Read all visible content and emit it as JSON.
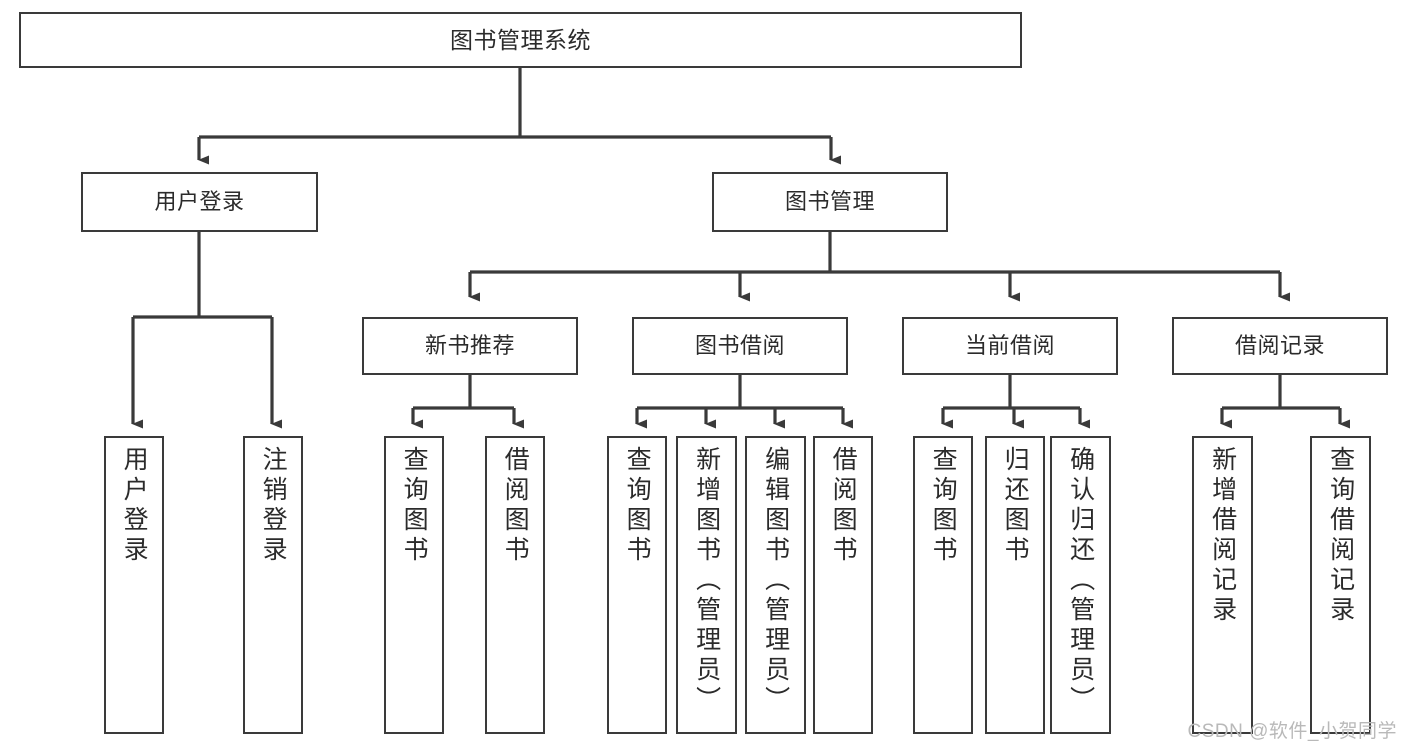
{
  "diagram": {
    "title": "图书管理系统",
    "type": "tree-hierarchy",
    "watermark": "CSDN @软件_小贺同学",
    "colors": {
      "stroke": "#3a3a3a",
      "fill": "#ffffff",
      "text": "#2b2b2b",
      "watermark": "#b9b9b9"
    },
    "nodes": {
      "root": {
        "label": "图书管理系统"
      },
      "level2": [
        {
          "id": "user-login",
          "label": "用户登录"
        },
        {
          "id": "book-management",
          "label": "图书管理"
        }
      ],
      "level3": [
        {
          "id": "new-book-recommend",
          "label": "新书推荐"
        },
        {
          "id": "book-borrow",
          "label": "图书借阅"
        },
        {
          "id": "current-borrow",
          "label": "当前借阅"
        },
        {
          "id": "borrow-record",
          "label": "借阅记录"
        }
      ],
      "leaves": {
        "user-login": [
          {
            "id": "leaf-user-login",
            "label": "用户登录"
          },
          {
            "id": "leaf-logout-login",
            "label": "注销登录"
          }
        ],
        "new-book-recommend": [
          {
            "id": "leaf-query-book-1",
            "label": "查询图书"
          },
          {
            "id": "leaf-borrow-book-1",
            "label": "借阅图书"
          }
        ],
        "book-borrow": [
          {
            "id": "leaf-query-book-2",
            "label": "查询图书"
          },
          {
            "id": "leaf-add-book",
            "label": "新增图书（管理员）"
          },
          {
            "id": "leaf-edit-book",
            "label": "编辑图书（管理员）"
          },
          {
            "id": "leaf-borrow-book-2",
            "label": "借阅图书"
          }
        ],
        "current-borrow": [
          {
            "id": "leaf-query-book-3",
            "label": "查询图书"
          },
          {
            "id": "leaf-return-book",
            "label": "归还图书"
          },
          {
            "id": "leaf-confirm-return",
            "label": "确认归还（管理员）"
          }
        ],
        "borrow-record": [
          {
            "id": "leaf-add-record",
            "label": "新增借阅记录"
          },
          {
            "id": "leaf-query-record",
            "label": "查询借阅记录"
          }
        ]
      }
    }
  }
}
